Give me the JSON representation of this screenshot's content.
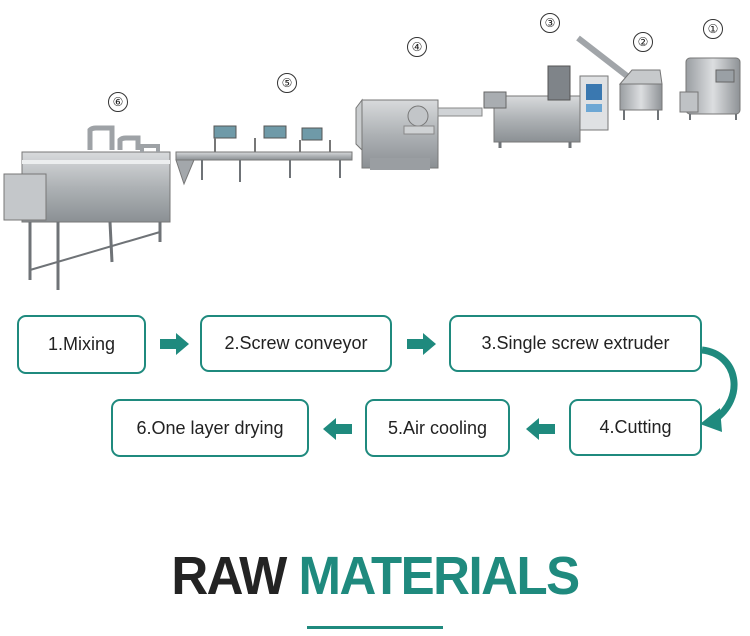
{
  "machine_numbers": [
    "①",
    "②",
    "③",
    "④",
    "⑤",
    "⑥"
  ],
  "steps": [
    {
      "label": "1.Mixing"
    },
    {
      "label": "2.Screw conveyor"
    },
    {
      "label": "3.Single screw extruder"
    },
    {
      "label": "4.Cutting"
    },
    {
      "label": "5.Air cooling"
    },
    {
      "label": "6.One layer drying"
    }
  ],
  "title": {
    "word1": "RAW",
    "word2": "MATERIALS"
  },
  "colors": {
    "accent": "#1f8a7e",
    "text": "#232323",
    "steel": "#b9bcbf"
  }
}
